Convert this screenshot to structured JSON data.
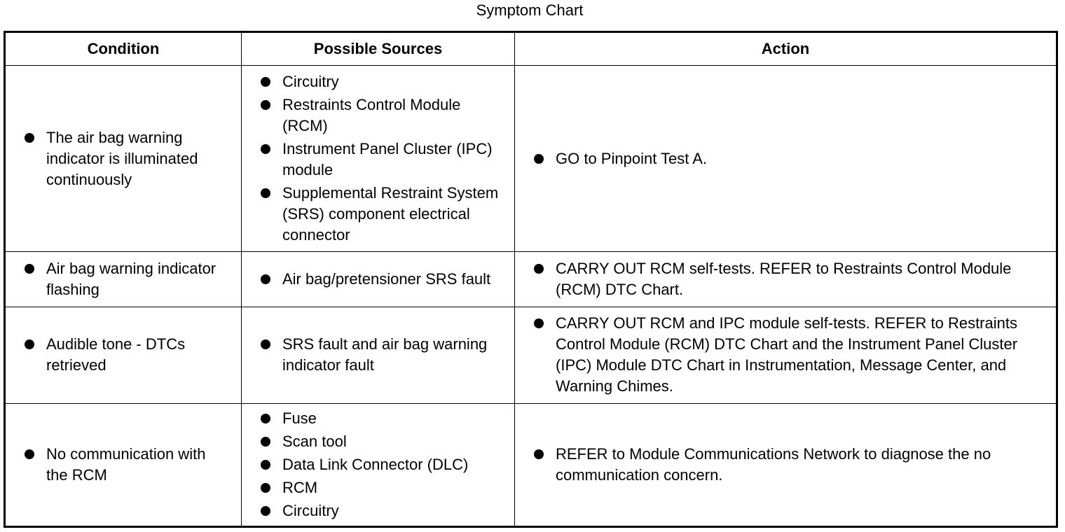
{
  "title": "Symptom Chart",
  "headers": {
    "condition": "Condition",
    "sources": "Possible Sources",
    "action": "Action"
  },
  "rows": [
    {
      "condition": [
        "The air bag warning indicator is illuminated continuously"
      ],
      "sources": [
        "Circuitry",
        "Restraints Control Module (RCM)",
        "Instrument Panel Cluster (IPC) module",
        "Supplemental Restraint System (SRS) component electrical connector"
      ],
      "action": [
        "GO to Pinpoint Test A."
      ]
    },
    {
      "condition": [
        "Air bag warning indicator flashing"
      ],
      "sources": [
        "Air bag/pretensioner SRS fault"
      ],
      "action": [
        "CARRY OUT RCM self-tests. REFER to Restraints Control Module (RCM) DTC Chart."
      ]
    },
    {
      "condition": [
        "Audible tone - DTCs retrieved"
      ],
      "sources": [
        "SRS fault and air bag warning indicator fault"
      ],
      "action": [
        "CARRY OUT RCM and IPC module self-tests. REFER to Restraints Control Module (RCM) DTC Chart and the Instrument Panel Cluster (IPC) Module DTC Chart in Instrumentation, Message Center, and Warning Chimes."
      ]
    },
    {
      "condition": [
        "No communication with the RCM"
      ],
      "sources": [
        "Fuse",
        "Scan tool",
        "Data Link Connector (DLC)",
        "RCM",
        "Circuitry"
      ],
      "action": [
        "REFER to Module Communications Network to diagnose the no communication concern."
      ]
    }
  ]
}
